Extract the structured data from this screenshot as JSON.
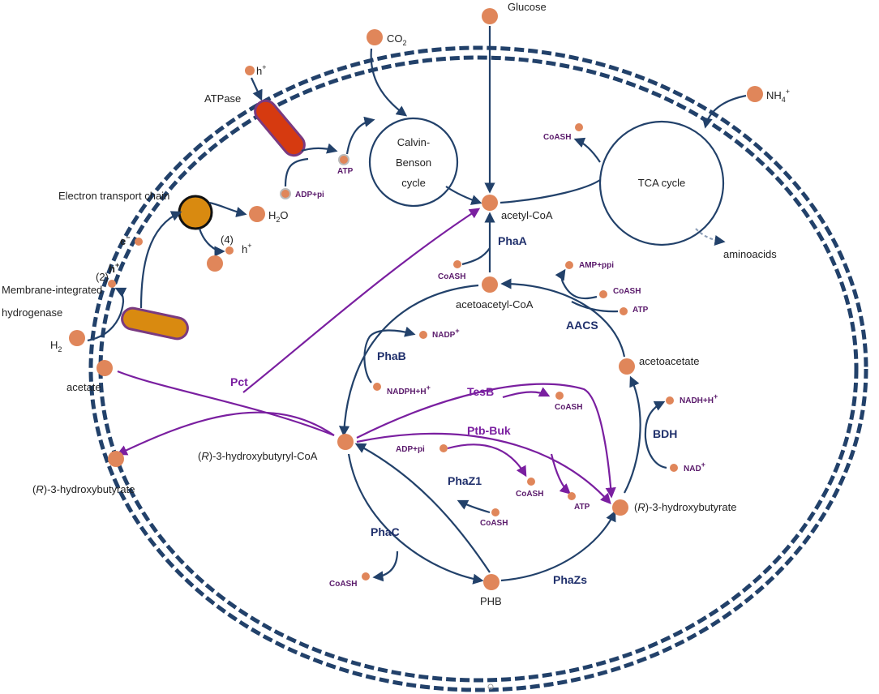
{
  "labels": {
    "glucose": "Glucose",
    "co2": "CO",
    "co2_sub": "2",
    "nh4": "NH",
    "nh4_sub": "4",
    "nh4_sup": "+",
    "h_plus_top": "h",
    "atpase": "ATPase",
    "calvin_1": "Calvin-",
    "calvin_2": "Benson",
    "calvin_3": "cycle",
    "tca": "TCA cycle",
    "coash": "CoASH",
    "atp": "ATP",
    "adp_pi": "ADP+pi",
    "etc": "Electron transport chain",
    "h2o": "H",
    "h2o_sub": "2",
    "h2o_o": "O",
    "e_minus": "e",
    "h_plus": "h",
    "num_2": "(2)",
    "num_4": "(4)",
    "hydrogenase_1": "Membrane-integrated",
    "hydrogenase_2": "hydrogenase",
    "h2": "H",
    "h2_sub": "2",
    "acetyl_coa": "acetyl-CoA",
    "aminoacids": "aminoacids",
    "pha_a": "PhaA",
    "acetoacetyl_coa": "acetoacetyl-CoA",
    "amp_ppi": "AMP+ppi",
    "aacs": "AACS",
    "acetoacetate": "acetoacetate",
    "pha_b": "PhaB",
    "nadp": "NADP",
    "nadph": "NADPH+H",
    "acetate": "acetate",
    "pct": "Pct",
    "tesb": "TesB",
    "ptb_buk": "Ptb-Buk",
    "nadh": "NADH+H",
    "bdh": "BDH",
    "nad": "NAD",
    "r3hb_coa_r": "R",
    "r3hb_coa_rest": "-3-hydroxybutyryl-CoA",
    "r3hb_r": "R",
    "r3hb_rest": "-3-hydroxybutyrate",
    "pha_z1": "PhaZ1",
    "pha_c": "PhaC",
    "phb": "PHB",
    "pha_zs": "PhaZs"
  },
  "colors": {
    "membrane": "#22416a",
    "enzyme_blue": "#1f2f6b",
    "enzyme_purple": "#7a1fa0",
    "metabolite": "#e0865a",
    "atpase_fill": "#d63a10",
    "hydrogenase_fill": "#d98a10"
  }
}
